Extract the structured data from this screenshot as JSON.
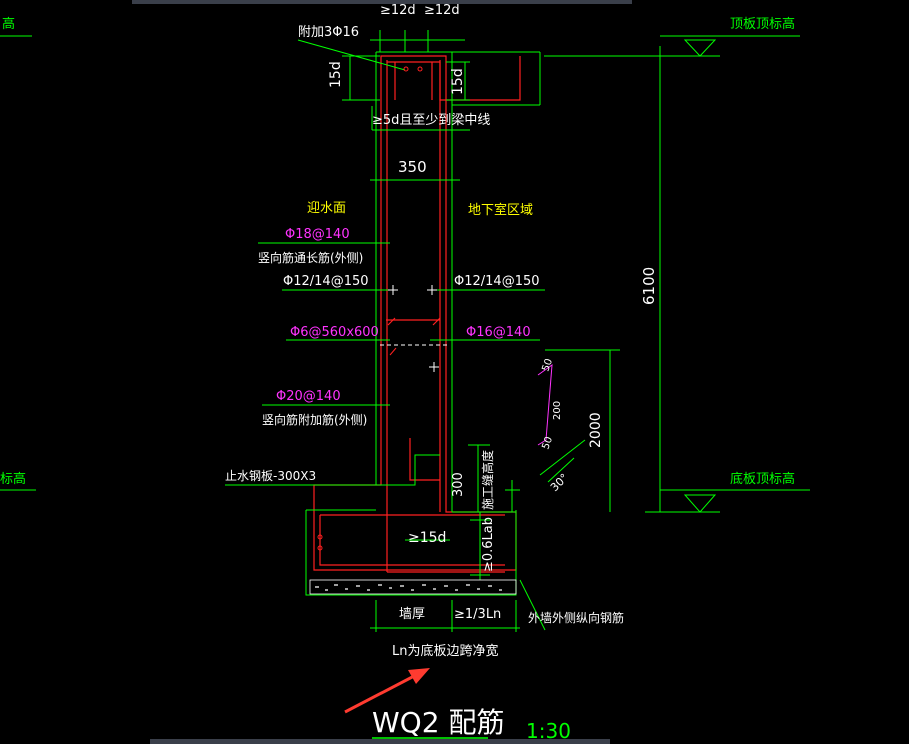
{
  "colors": {
    "background": "#000000",
    "dim": "#00ff00",
    "wall": "#ff2020",
    "note": "#ffffff",
    "yellow": "#ffff00",
    "magenta": "#ff33ff",
    "cyan": "#00ffff",
    "arrow": "#ff3b30"
  },
  "icons": {
    "elevation": "elevation-triangle-icon",
    "arrow": "annotation-arrow-icon"
  },
  "drawing": {
    "title": "WQ2 配筋",
    "scale": "1:30"
  },
  "labels": {
    "add_bars": "附加3Φ16",
    "dim_12d_left": "≥12d",
    "dim_12d_right": "≥12d",
    "dim_15d_left": "15d",
    "dim_15d_right": "15d",
    "anchor_note": "≥5d且至少到梁中线",
    "wall_thickness": "350",
    "water_side": "迎水面",
    "basement_side": "地下室区域",
    "vert_outer_bar": "Φ18@140",
    "vert_outer_note": "竖向筋通长筋(外侧)",
    "horiz_outer_bar": "Φ12/14@150",
    "horiz_inner_bar": "Φ12/14@150",
    "tie_bar": "Φ6@560x600",
    "vert_inner_bar": "Φ16@140",
    "vert_add_bar": "Φ20@140",
    "vert_add_note": "竖向筋附加筋(外侧)",
    "waterstop": "止水钢板-300X3",
    "height_total": "6100",
    "height_lap": "2000",
    "angle_30": "30°",
    "dim_50_top": "50",
    "dim_200": "200",
    "dim_50_bot": "50",
    "dim_300": "300",
    "construction_joint": "施工缝高度",
    "anchor_06lab": "≥0.6Lab",
    "anchor_15d_bottom": "≥15d",
    "base_wall": "墙厚",
    "base_ln": "≥1/3Ln",
    "outer_vert_note": "外墙外侧纵向钢筋",
    "ln_note": "Ln为底板边跨净宽",
    "top_elev": "顶板顶标高",
    "bottom_elev": "底板顶标高",
    "left_top_elev": "高",
    "left_bottom_elev": "标高"
  }
}
